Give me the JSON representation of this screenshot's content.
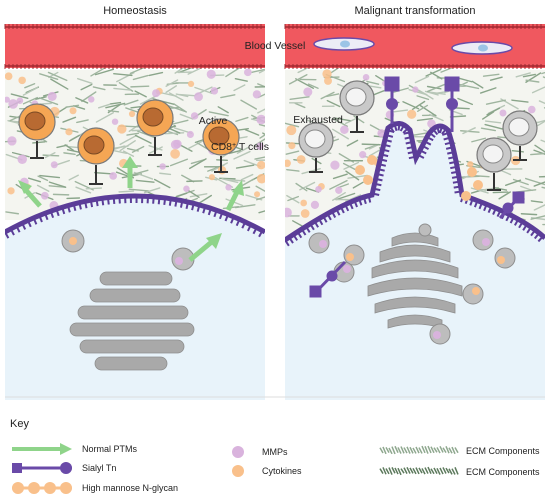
{
  "panels": {
    "left_title": "Homeostasis",
    "right_title": "Malignant transformation"
  },
  "labels": {
    "blood_vessel": "Blood Vessel",
    "active": "Active",
    "cd8_main": "CD8",
    "cd8_sup": "+",
    "cd8_tail": " T cells",
    "exhausted": "Exhausted"
  },
  "key": {
    "title": "Key",
    "items": [
      "Normal PTMs",
      "Sialyl Tn",
      "High mannose N-glycan",
      "MMPs",
      "Cytokines",
      "ECM Components",
      "ECM Components"
    ]
  },
  "colors": {
    "vessel": "#f0585f",
    "vessel_border": "#b8323b",
    "membrane": "#5b3d98",
    "cell_fill": "#e8f3fa",
    "ptm_green": "#8fd48a",
    "sialyl": "#6a4aa8",
    "mannose": "#f9c08b",
    "mmp": "#d9b3dd",
    "ecm": "#8fa88f",
    "golgi": "#a9a9a9",
    "tcell_active": "#f5a654",
    "tcell_exhausted": "#c9c9c9"
  }
}
